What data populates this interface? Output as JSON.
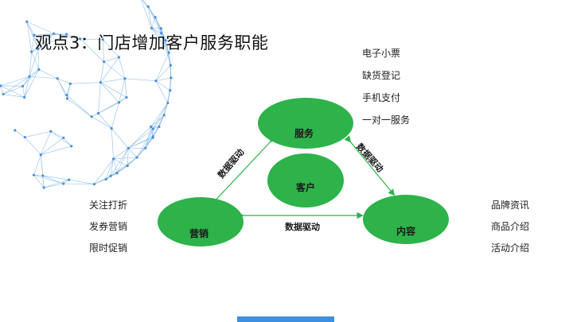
{
  "slide": {
    "title": "观点3：门店增加客户服务职能"
  },
  "nodes": {
    "service": "服务",
    "customer": "客户",
    "marketing": "营销",
    "content": "内容"
  },
  "edges": {
    "left": "数据驱动",
    "right": "数据驱动",
    "bottom": "数据驱动"
  },
  "service_items": [
    "电子小票",
    "缺货登记",
    "手机支付",
    "一对一服务"
  ],
  "marketing_items": [
    "关注打折",
    "发券营销",
    "限时促销"
  ],
  "content_items": [
    "品牌资讯",
    "商品介绍",
    "活动介绍"
  ],
  "colors": {
    "node_fill": "#2db34a",
    "arrow": "#2db34a",
    "globe": "#4a90d9",
    "bottom_bar": "#3d8fe0"
  }
}
